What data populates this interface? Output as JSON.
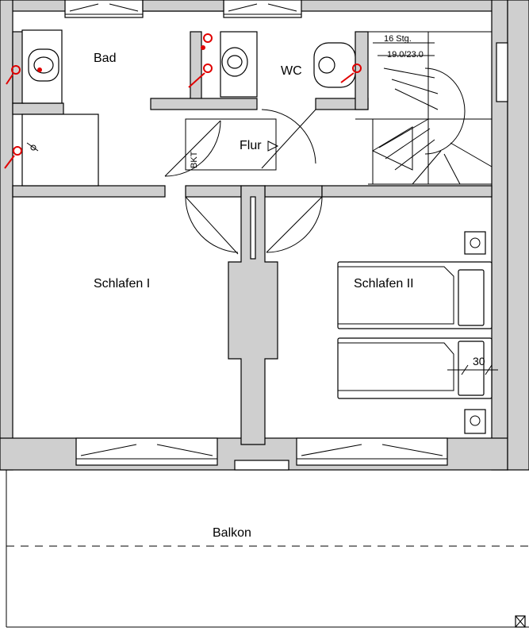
{
  "rooms": {
    "bad": "Bad",
    "wc": "WC",
    "flur": "Flur",
    "schlafen1": "Schlafen I",
    "schlafen2": "Schlafen II",
    "balkon": "Balkon"
  },
  "stairs": {
    "steps": "16 Stg.",
    "ratio": "19.0/23.0"
  },
  "labels": {
    "bkt": "BKT",
    "dimension": "30"
  },
  "colors": {
    "wall_fill": "#cfcfcf",
    "line": "#000000",
    "markers": "#e00000"
  }
}
